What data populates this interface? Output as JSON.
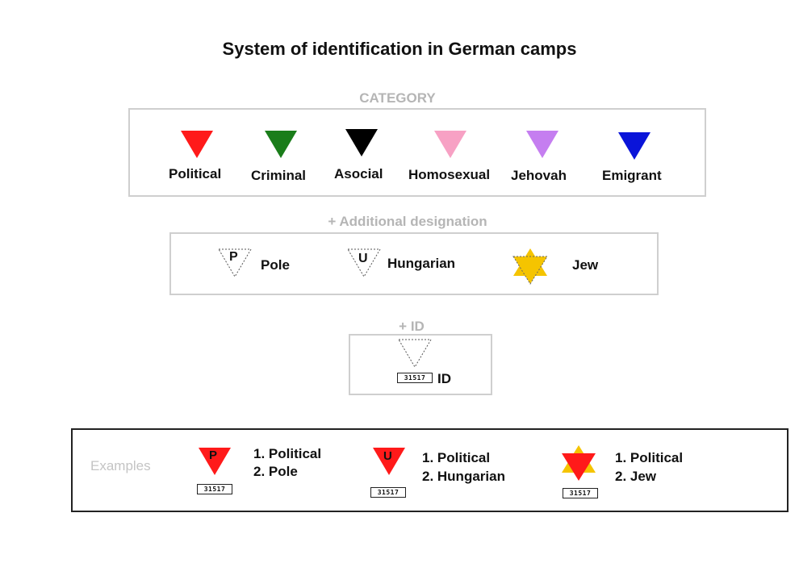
{
  "title": "System of identification in German camps",
  "category": {
    "heading": "CATEGORY",
    "items": [
      {
        "label": "Political",
        "color": "#ff1a1a"
      },
      {
        "label": "Criminal",
        "color": "#1a7d1a"
      },
      {
        "label": "Asocial",
        "color": "#000000"
      },
      {
        "label": "Homosexual",
        "color": "#f7a1c4"
      },
      {
        "label": "Jehovah",
        "color": "#c57ef0"
      },
      {
        "label": "Emigrant",
        "color": "#0a14d9"
      }
    ]
  },
  "additional": {
    "heading": "+ Additional designation",
    "items": [
      {
        "label": "Pole",
        "letter": "P"
      },
      {
        "label": "Hungarian",
        "letter": "U"
      },
      {
        "label": "Jew",
        "color": "#f5c400"
      }
    ]
  },
  "id_section": {
    "heading": "+ ID",
    "number": "31517",
    "label": "ID"
  },
  "examples": {
    "heading": "Examples",
    "items": [
      {
        "letter": "P",
        "number": "31517",
        "line1": "1. Political",
        "line2": "2. Pole"
      },
      {
        "letter": "U",
        "number": "31517",
        "line1": "1. Political",
        "line2": "2. Hungarian"
      },
      {
        "number": "31517",
        "line1": "1. Political",
        "line2": "2. Jew"
      }
    ]
  }
}
